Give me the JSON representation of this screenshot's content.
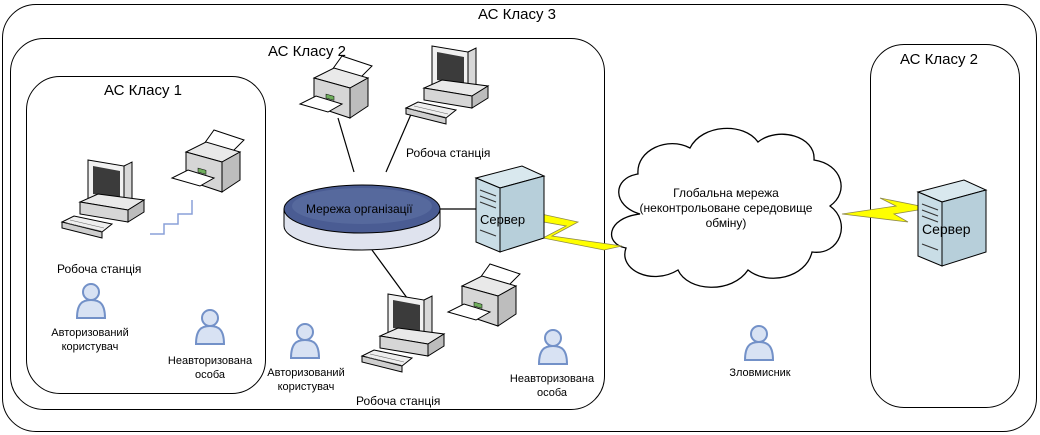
{
  "outer": {
    "title": "АС Класу 3"
  },
  "class2_left": {
    "title": "АС Класу 2"
  },
  "class1": {
    "title": "АС Класу 1"
  },
  "class2_right": {
    "title": "АС Класу 2"
  },
  "network": {
    "label": "Мережа організації"
  },
  "global": {
    "line1": "Глобальна мережа",
    "line2": "(неконтрольоване середовище",
    "line3": "обміну)"
  },
  "server_label": "Сервер",
  "remote_server_label": "Сервер",
  "workstation_c1": "Робоча станція",
  "workstation_top": "Робоча станція",
  "workstation_bottom": "Робоча станція",
  "auth_user_c1": {
    "line1": "Авторизований",
    "line2": "користувач"
  },
  "unauth_c1": {
    "line1": "Неавторизована",
    "line2": "особа"
  },
  "auth_user_c2": {
    "line1": "Авторизований",
    "line2": "користувач"
  },
  "unauth_c2": {
    "line1": "Неавторизована",
    "line2": "особа"
  },
  "attacker": "Зловмисник",
  "colors": {
    "network_fill": "#4a5c93",
    "server_fill": "#c9dde6",
    "bolt": "#ffff00",
    "user_blue": "#7391c8"
  }
}
